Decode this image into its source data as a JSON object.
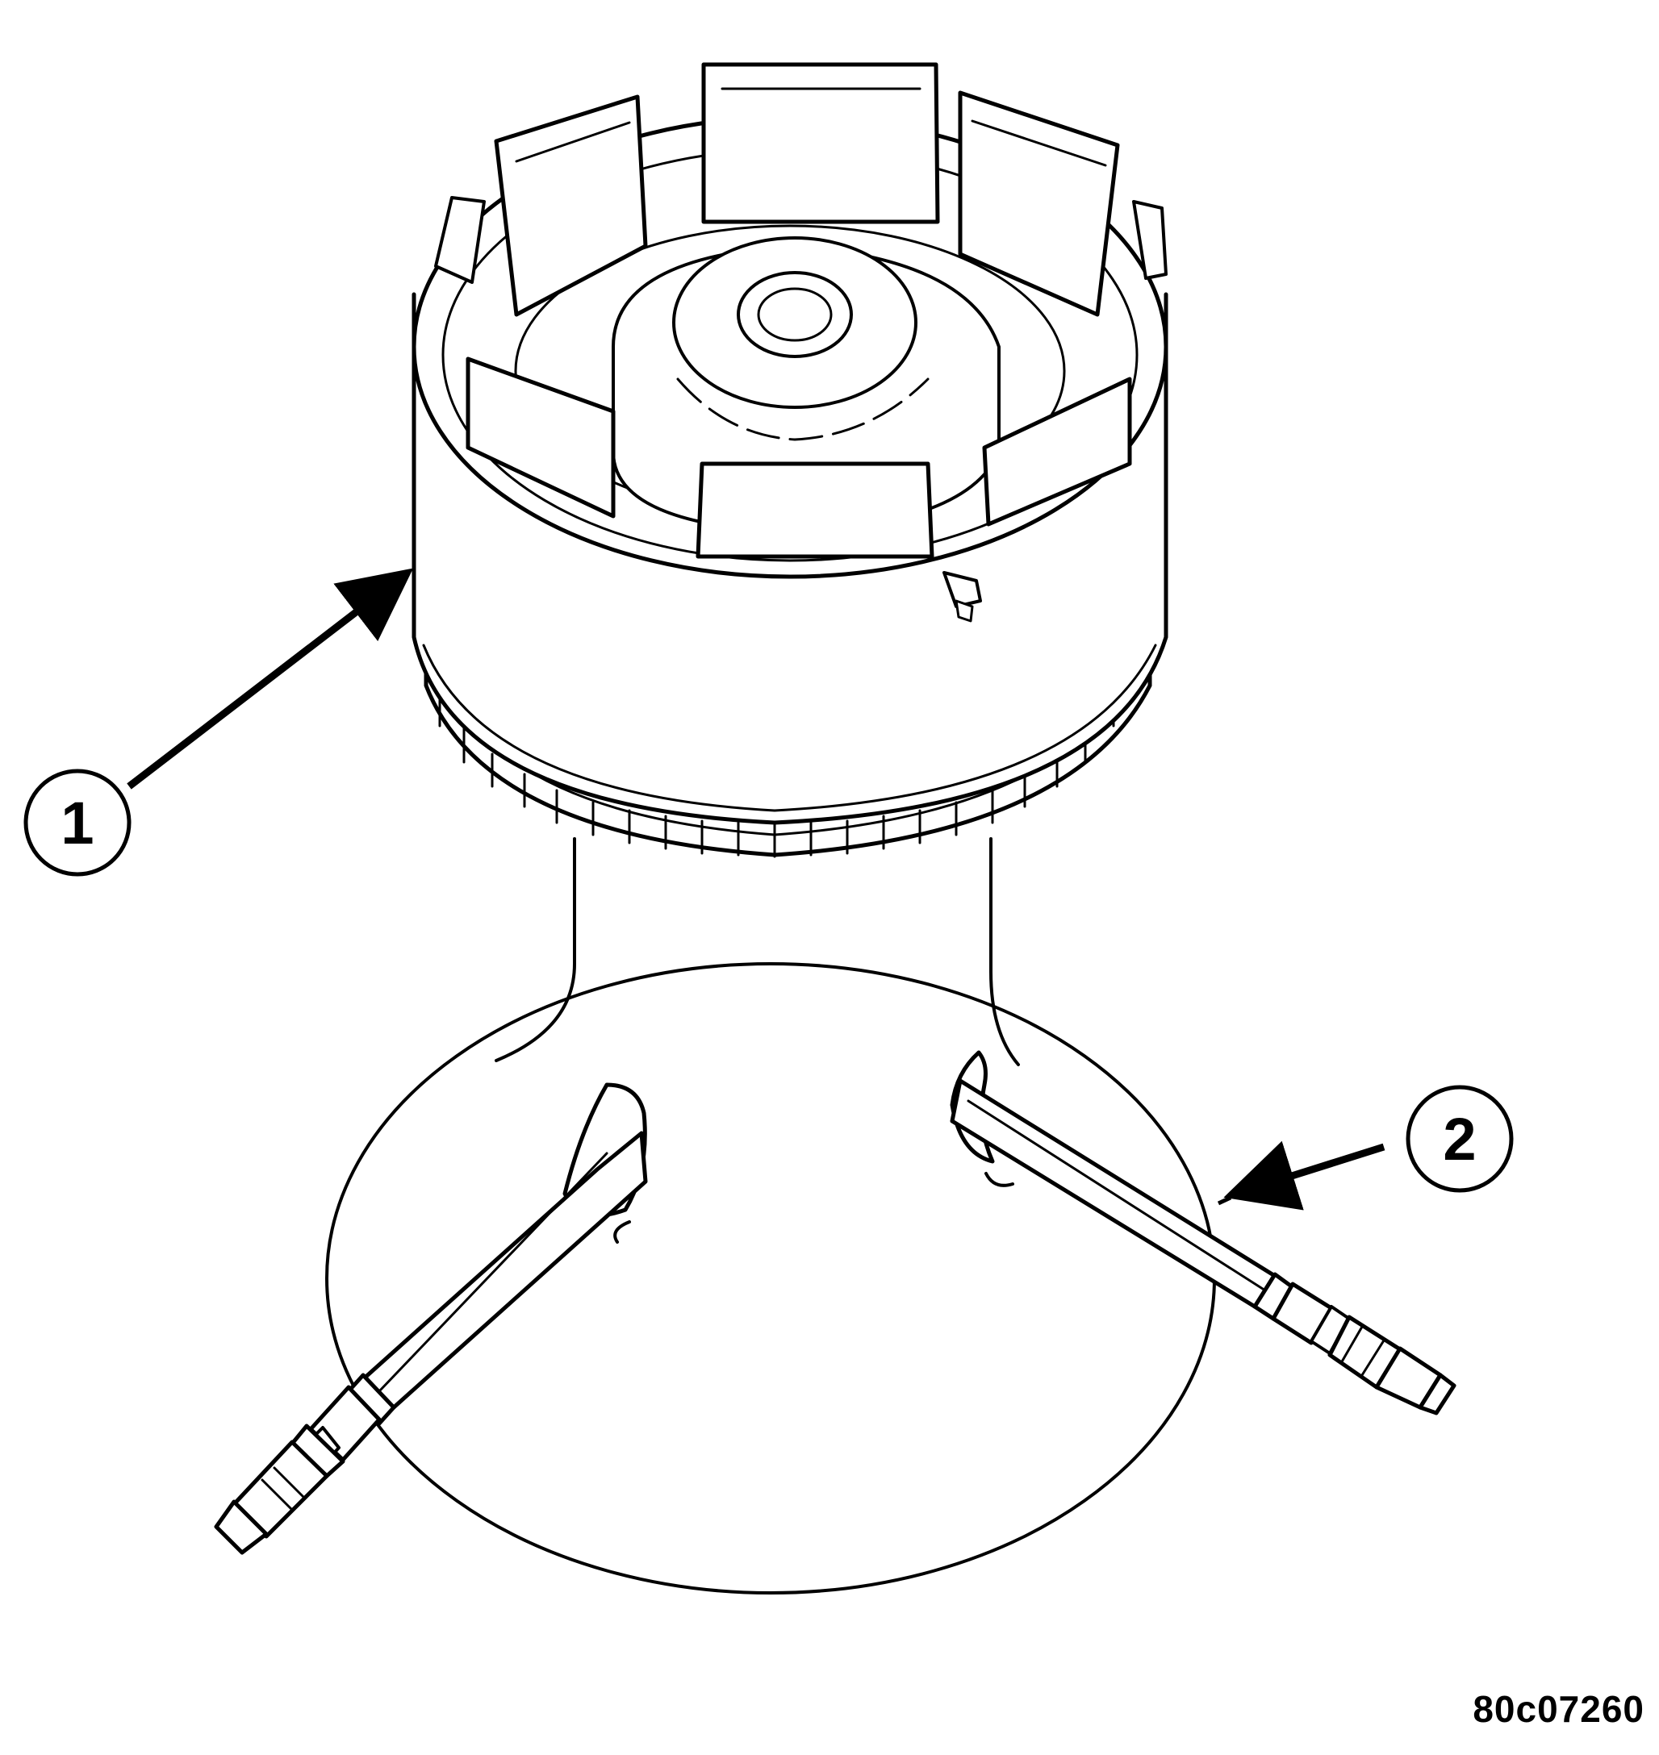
{
  "callouts": [
    {
      "number": "1"
    },
    {
      "number": "2"
    }
  ],
  "figure_code": "80c07260",
  "colors": {
    "line": "#000000",
    "background": "#ffffff"
  }
}
